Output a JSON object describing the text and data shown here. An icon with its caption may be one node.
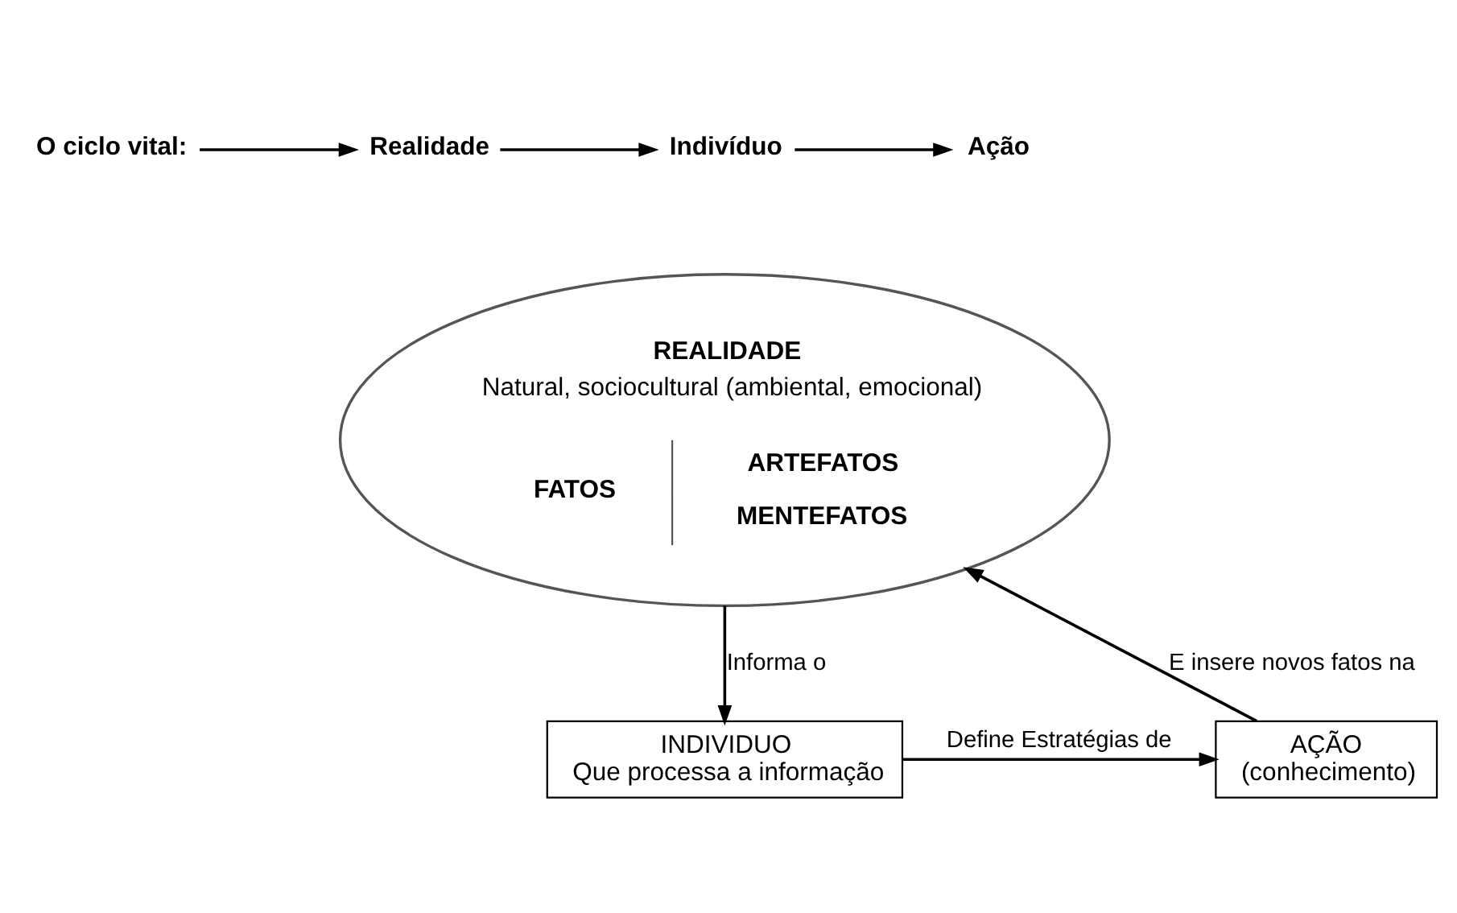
{
  "diagram": {
    "nodes": [
      {
        "text": [
          "O ciclo vital:"
        ]
      },
      {
        "text": [
          "Realidade"
        ]
      },
      {
        "text": [
          "Indivíduo"
        ]
      },
      {
        "text": [
          "Ação"
        ]
      },
      {
        "text": [
          "REALIDADE",
          "Natural, sociocultural (ambiental, emocional)",
          "FATOS",
          "ARTEFATOS",
          "MENTEFATOS"
        ]
      },
      {
        "text": [
          "INDIVIDUO",
          "Que processa a informação"
        ]
      },
      {
        "text": [
          "AÇÃO",
          "(conhecimento)"
        ]
      }
    ],
    "edges": [
      {
        "from": 0,
        "to": 1,
        "arrow": "to"
      },
      {
        "from": 1,
        "to": 2,
        "arrow": "to"
      },
      {
        "from": 2,
        "to": 3,
        "arrow": "to"
      },
      {
        "from": 4,
        "to": 5,
        "arrow": "to",
        "label": "Informa o"
      },
      {
        "from": 5,
        "to": 6,
        "arrow": "to",
        "label": "Define Estratégias de"
      },
      {
        "from": 6,
        "to": 4,
        "arrow": "to",
        "label": "E insere novos fatos na"
      }
    ]
  }
}
